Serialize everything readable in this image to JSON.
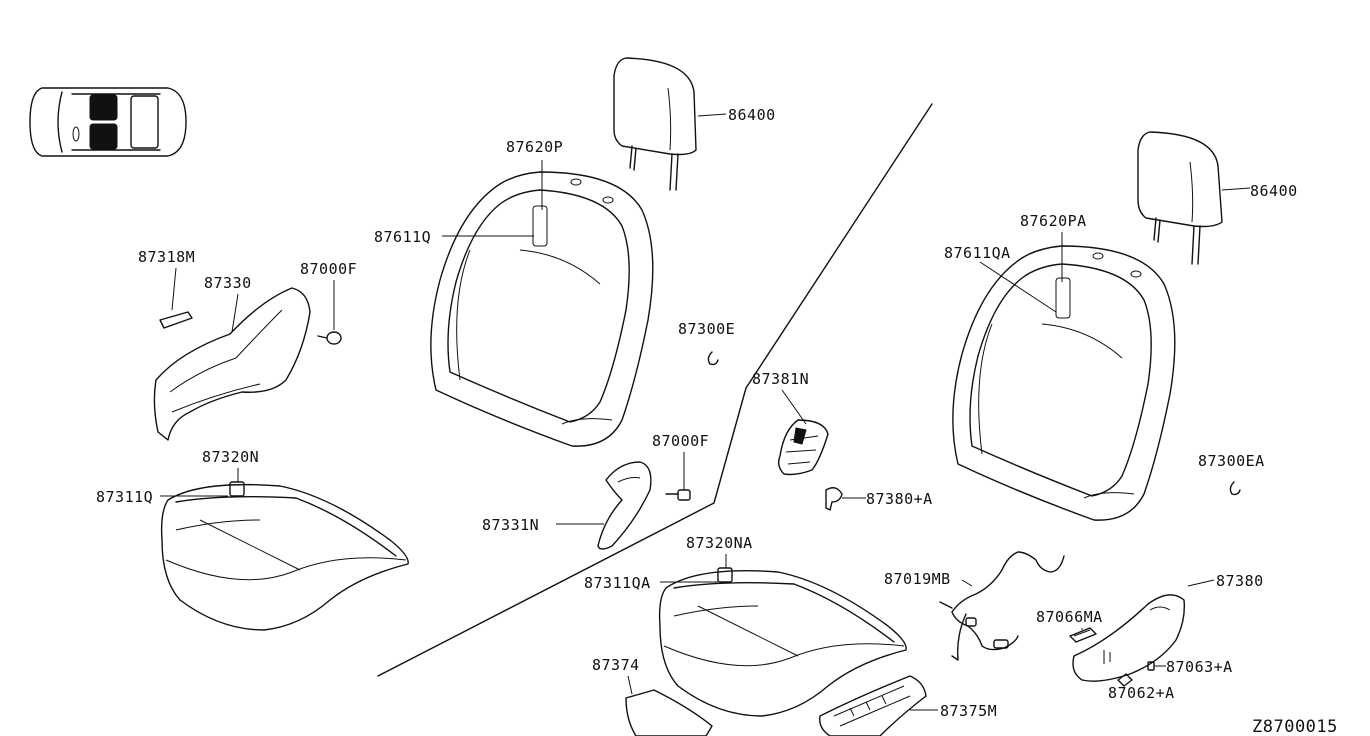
{
  "diagram_id": "Z8700015",
  "labels": {
    "headrest_left": "86400",
    "headrest_right": "86400",
    "trim_left": "87620P",
    "trim_right": "87620PA",
    "clip_left": "87611Q",
    "clip_right": "87611QA",
    "finisher_small": "87318M",
    "finisher_outer": "87330",
    "screw_upper": "87000F",
    "screw_lower": "87000F",
    "ring_left": "87300E",
    "ring_right": "87300EA",
    "knob_cover": "87381N",
    "knob": "87380+A",
    "cushion_trim_left": "87320N",
    "cushion_clip_left": "87311Q",
    "finisher_inner": "87331N",
    "cushion_trim_right": "87320NA",
    "cushion_clip_right": "87311QA",
    "harness": "87019MB",
    "switch": "87066MA",
    "side_finisher": "87380",
    "bracket_a": "87063+A",
    "bracket_b": "87062+A",
    "cover_front": "87374",
    "cover_rear": "87375M"
  }
}
